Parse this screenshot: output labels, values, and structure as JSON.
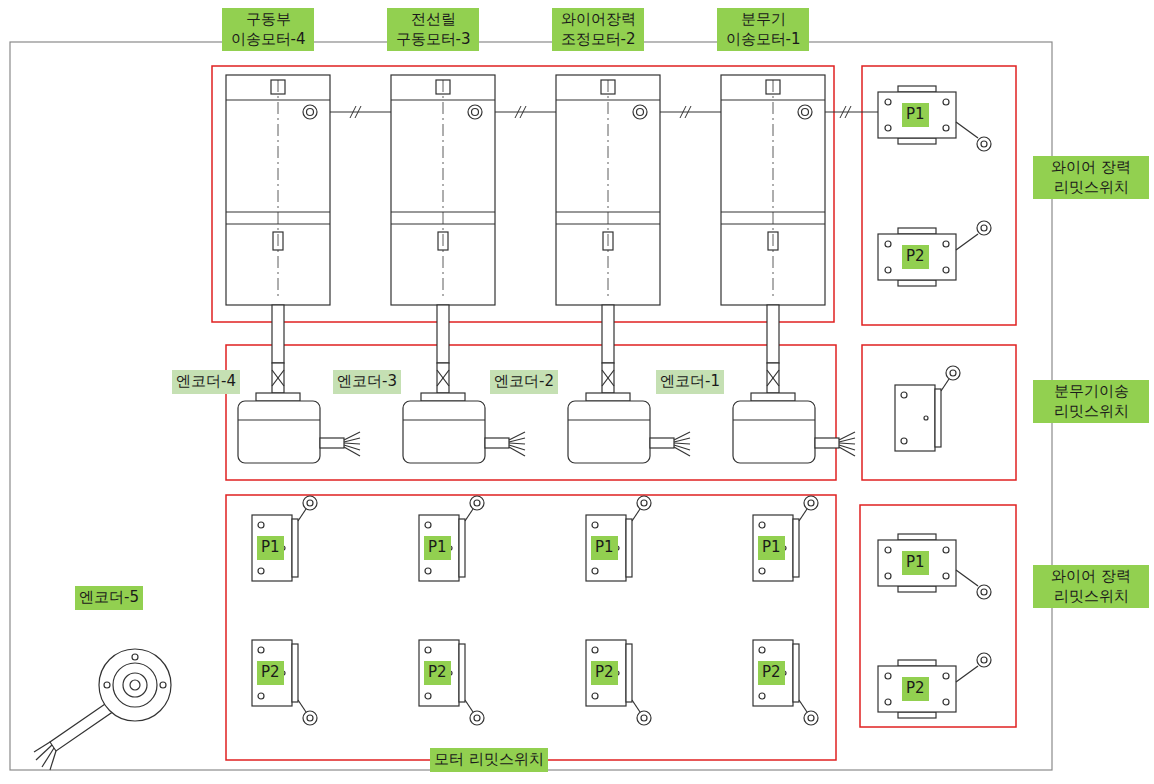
{
  "diagram": {
    "nodes": [
      {
        "text": [
          "구동부 이송모터-4"
        ]
      },
      {
        "text": [
          "전선릴 구동모터-3"
        ]
      },
      {
        "text": [
          "와이어장력 조정모터-2"
        ]
      },
      {
        "text": [
          "분무기 이송모터-1"
        ]
      },
      {
        "text": [
          "P1"
        ]
      },
      {
        "text": [
          "P2"
        ]
      },
      {
        "text": [
          "와이어 장력 리밋스위치"
        ]
      },
      {
        "text": [
          "엔코더-4"
        ]
      },
      {
        "text": [
          "엔코더-3"
        ]
      },
      {
        "text": [
          "엔코더-2"
        ]
      },
      {
        "text": [
          "엔코더-1"
        ]
      },
      {
        "text": [
          "분무기이송 리밋스위치"
        ]
      },
      {
        "text": [
          "엔코더-5"
        ]
      },
      {
        "text": [
          "P1"
        ]
      },
      {
        "text": [
          "P1"
        ]
      },
      {
        "text": [
          "P1"
        ]
      },
      {
        "text": [
          "P1"
        ]
      },
      {
        "text": [
          "P2"
        ]
      },
      {
        "text": [
          "P2"
        ]
      },
      {
        "text": [
          "P2"
        ]
      },
      {
        "text": [
          "P2"
        ]
      },
      {
        "text": [
          "P1"
        ]
      },
      {
        "text": [
          "P2"
        ]
      },
      {
        "text": [
          "와이어 장력 리밋스위치"
        ]
      },
      {
        "text": [
          "모터 리밋스위치"
        ]
      }
    ]
  }
}
